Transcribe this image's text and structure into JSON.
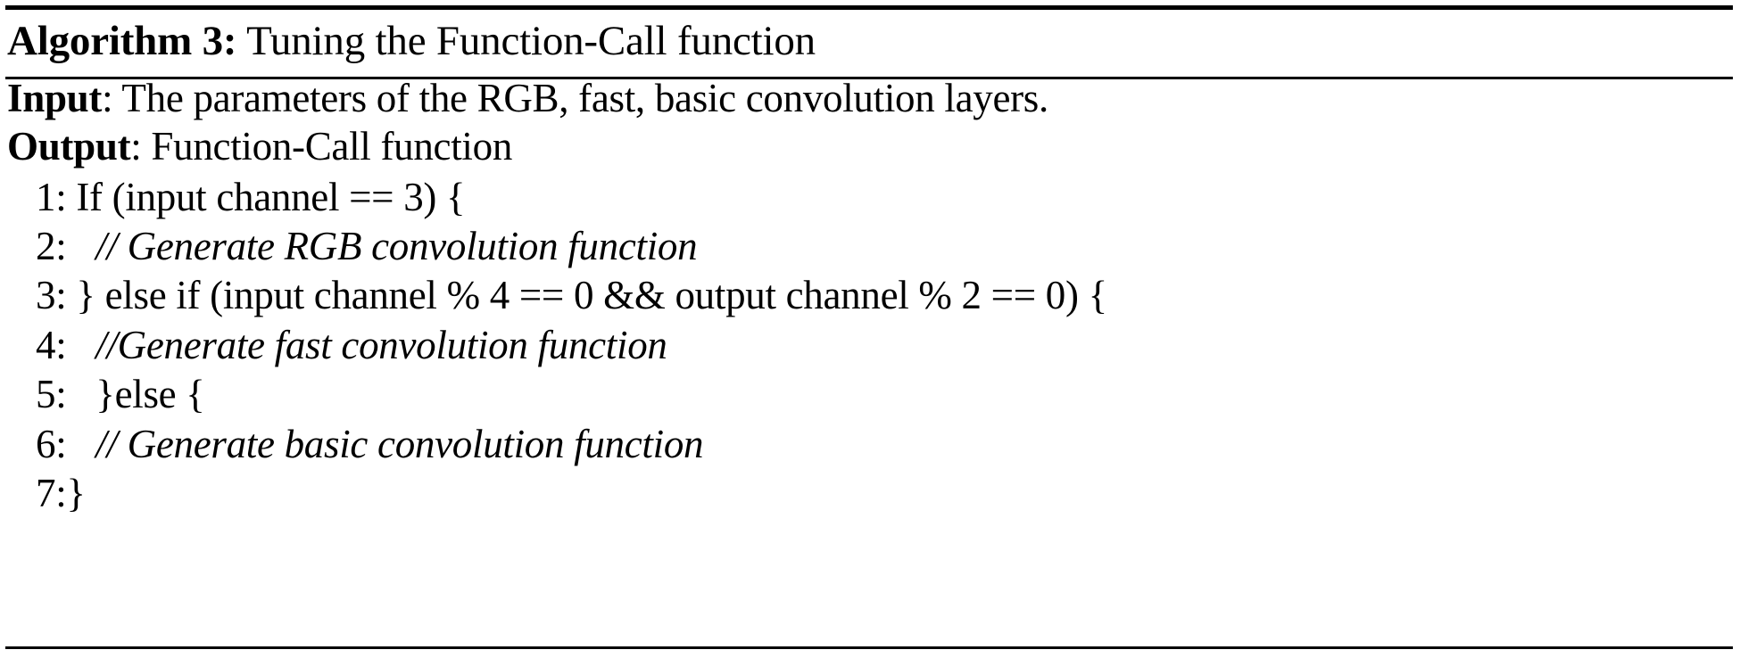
{
  "document": {
    "kind": "algorithm-block",
    "background_color": "#ffffff",
    "text_color": "#000000"
  },
  "header": {
    "label": "Algorithm 3:",
    "title": " Tuning the Function-Call function"
  },
  "io": {
    "input_label": "Input",
    "input_text": ": The parameters of the RGB, fast, basic convolution layers.",
    "output_label": "Output",
    "output_text": ": Function-Call function"
  },
  "steps": [
    {
      "number": "1:",
      "gap": " ",
      "text": "If (input channel == 3) {",
      "italic": false
    },
    {
      "number": "2:",
      "gap": "   ",
      "text": "// Generate RGB convolution function",
      "italic": true
    },
    {
      "number": "3:",
      "gap": " ",
      "text": "} else if (input channel % 4 == 0 && output channel % 2 == 0) {",
      "italic": false
    },
    {
      "number": "4:",
      "gap": "   ",
      "text": "//Generate fast convolution function",
      "italic": true
    },
    {
      "number": "5:",
      "gap": "   ",
      "text": "}else {",
      "italic": false
    },
    {
      "number": "6:",
      "gap": "   ",
      "text": "// Generate basic convolution function",
      "italic": true
    },
    {
      "number": "7:",
      "gap": "",
      "text": "}",
      "italic": false
    }
  ],
  "rules": {
    "top": "thick-rule",
    "middle": "medium-rule",
    "bottom": "thin-rule"
  }
}
